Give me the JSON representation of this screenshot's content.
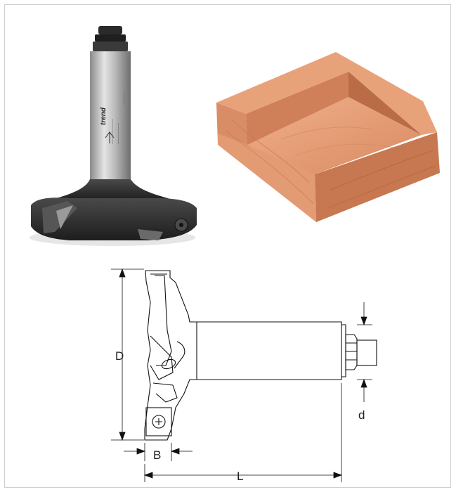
{
  "photo": {
    "brand": "trend",
    "colors": {
      "steel_light": "#d8d8d8",
      "steel_dark": "#7a7a7a",
      "body_black": "#2b2b2b"
    }
  },
  "workpiece": {
    "colors": {
      "wood_front": "#e8a07a",
      "wood_side": "#c97a55",
      "wood_top": "#e2926a"
    }
  },
  "drawing": {
    "labels": {
      "D": "D",
      "B": "B",
      "L": "L",
      "d": "d"
    }
  }
}
